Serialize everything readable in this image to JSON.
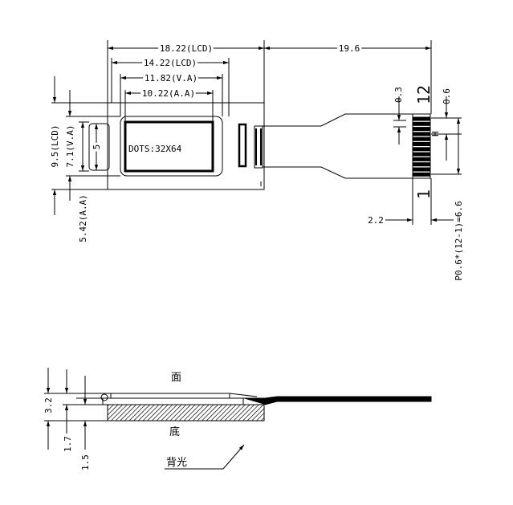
{
  "top_view": {
    "lcd_width": "18.22(LCD)",
    "lcd_outer": "14.22(LCD)",
    "va_width": "11.82(V.A)",
    "aa_width": "10.22(A.A)",
    "fpc_length": "19.6",
    "pin_gap": "0.3",
    "pin_end": "0.6",
    "lcd_height": "9.5(LCD)",
    "va_height": "7.1(V.A)",
    "aa_height": "5.42(A.A)",
    "inner_height": "5",
    "dots_label": "DOTS:32X64",
    "pin_count_label": "12",
    "pin_first_label": "1",
    "fpc_tail": "2.2",
    "pin_pitch": "P0.6*(12-1)=6.6"
  },
  "side_view": {
    "total_thickness": "3.2",
    "glass_thickness": "1.7",
    "backlight_thickness": "1.5",
    "face_label": "面",
    "bottom_label": "底",
    "backlight_label": "背光"
  },
  "colors": {
    "line": "#000000",
    "hatch": "#000000",
    "background": "#ffffff"
  }
}
